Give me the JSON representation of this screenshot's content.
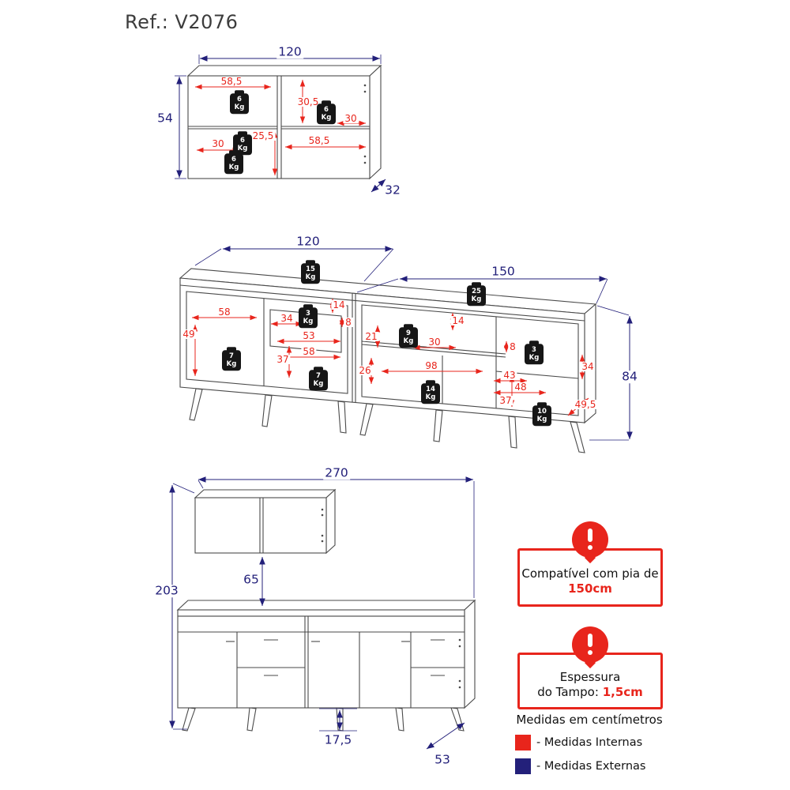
{
  "title": "Ref.: V2076",
  "kg_unit": "Kg",
  "colors": {
    "internal_dims": "#e8251c",
    "external_dims": "#23207a",
    "badge": "#161616"
  },
  "wall_cabinet": {
    "width": "120",
    "height": "54",
    "depth": "32",
    "dims": {
      "top_left_width": "58,5",
      "right_top_height": "30,5",
      "top_right_width": "30",
      "bottom_left_width": "30",
      "bottom_left_height": "25,5",
      "bottom_right_width": "58,5"
    },
    "weights": [
      "6",
      "6",
      "6",
      "6"
    ]
  },
  "counter_cabinet": {
    "left_width": "120",
    "right_width": "150",
    "height": "84",
    "dims": {
      "d58a": "58",
      "d49": "49",
      "d34a": "34",
      "d14a": "14",
      "d8a": "8",
      "d53": "53",
      "d37a": "37",
      "d58b": "58",
      "d21": "21",
      "d14b": "14",
      "d30": "30",
      "d26": "26",
      "d98": "98",
      "d8b": "8",
      "d43": "43",
      "d48": "48",
      "d37b": "37",
      "d34b": "34",
      "d49_5": "49,5"
    },
    "weights": [
      "15",
      "25",
      "3",
      "9",
      "7",
      "7",
      "14",
      "3",
      "10"
    ]
  },
  "assembly": {
    "width": "270",
    "height": "203",
    "wall_gap": "65",
    "feet_height": "17,5",
    "depth": "53"
  },
  "callout_sink": {
    "text": "Compatível com pia de",
    "value": "150cm"
  },
  "callout_worktop": {
    "line1": "Espessura",
    "line2": "do Tampo: ",
    "value": "1,5cm"
  },
  "legend": {
    "note": "Medidas em centímetros",
    "internal": "- Medidas Internas",
    "external": "- Medidas Externas"
  }
}
